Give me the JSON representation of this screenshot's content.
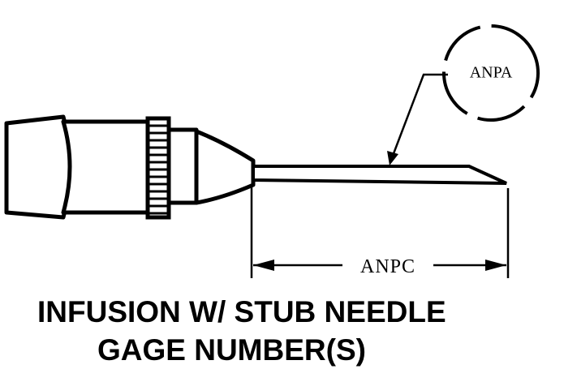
{
  "callout_label": "ANPA",
  "dimension_label": "ANPC",
  "caption": {
    "line1": "INFUSION W/ STUB NEEDLE",
    "line2": "GAGE NUMBER(S)"
  },
  "colors": {
    "ink": "#000000",
    "background": "#ffffff"
  }
}
